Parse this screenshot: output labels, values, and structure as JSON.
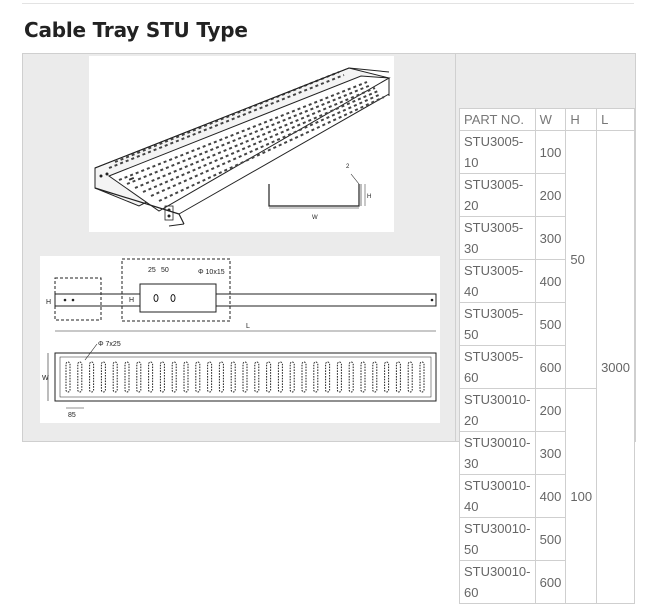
{
  "page": {
    "title": "Cable Tray STU Type"
  },
  "spec_table": {
    "headers": [
      "PART NO.",
      "W",
      "H",
      "L"
    ],
    "rows": [
      {
        "part": "STU3005-10",
        "w": "100"
      },
      {
        "part": "STU3005-20",
        "w": "200"
      },
      {
        "part": "STU3005-30",
        "w": "300"
      },
      {
        "part": "STU3005-40",
        "w": "400"
      },
      {
        "part": "STU3005-50",
        "w": "500"
      },
      {
        "part": "STU3005-60",
        "w": "600"
      },
      {
        "part": "STU30010-20",
        "w": "200"
      },
      {
        "part": "STU30010-30",
        "w": "300"
      },
      {
        "part": "STU30010-40",
        "w": "400"
      },
      {
        "part": "STU30010-50",
        "w": "500"
      },
      {
        "part": "STU30010-60",
        "w": "600"
      }
    ],
    "h_group_1": "50",
    "h_group_2": "100",
    "l_value": "3000"
  },
  "drawing_labels": {
    "hole_small": "Φ 10x15",
    "dim_25": "25",
    "dim_50": "50",
    "dim_l": "L",
    "hole_slot": "Φ 7x25",
    "dim_w": "W",
    "dim_85": "85",
    "dim_h": "H",
    "dim_2": "2"
  }
}
